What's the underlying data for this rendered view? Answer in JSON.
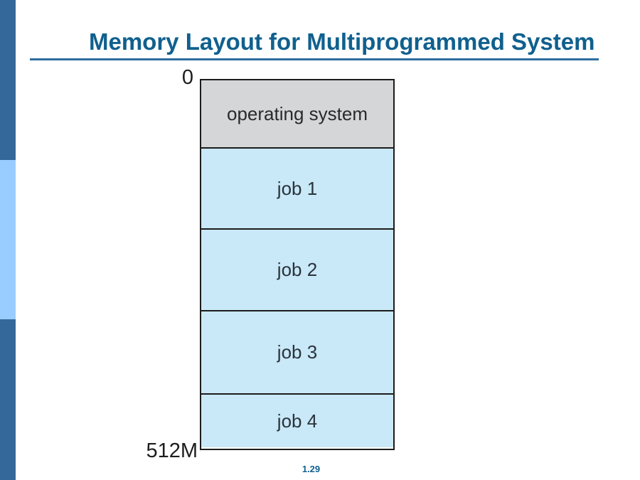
{
  "slide": {
    "title": "Memory Layout for Multiprogrammed System",
    "page_number": "1.29"
  },
  "figure": {
    "top_label": "0",
    "bottom_label": "512M",
    "segments": [
      {
        "label": "operating system",
        "type": "os",
        "height": 94,
        "fill": "#d5d6d8"
      },
      {
        "label": "job 1",
        "type": "job",
        "height": 114,
        "fill": "#c9e8f8"
      },
      {
        "label": "job 2",
        "type": "job",
        "height": 115,
        "fill": "#c9e8f8"
      },
      {
        "label": "job 3",
        "type": "job",
        "height": 117,
        "fill": "#c9e8f8"
      },
      {
        "label": "job 4",
        "type": "job",
        "height": 76,
        "fill": "#c9e8f8"
      }
    ]
  },
  "colors": {
    "bar_dark": "#35689a",
    "bar_light": "#99ccff",
    "title_blue": "#10608e",
    "rule_blue": "#2d6e9e",
    "line_black": "#1c1c1c",
    "os_fill": "#d5d6d8",
    "job_fill": "#c9e8f8",
    "os_text": "#2a2a2a",
    "job_text": "#2b333b",
    "label_text": "#1e1e1e"
  }
}
